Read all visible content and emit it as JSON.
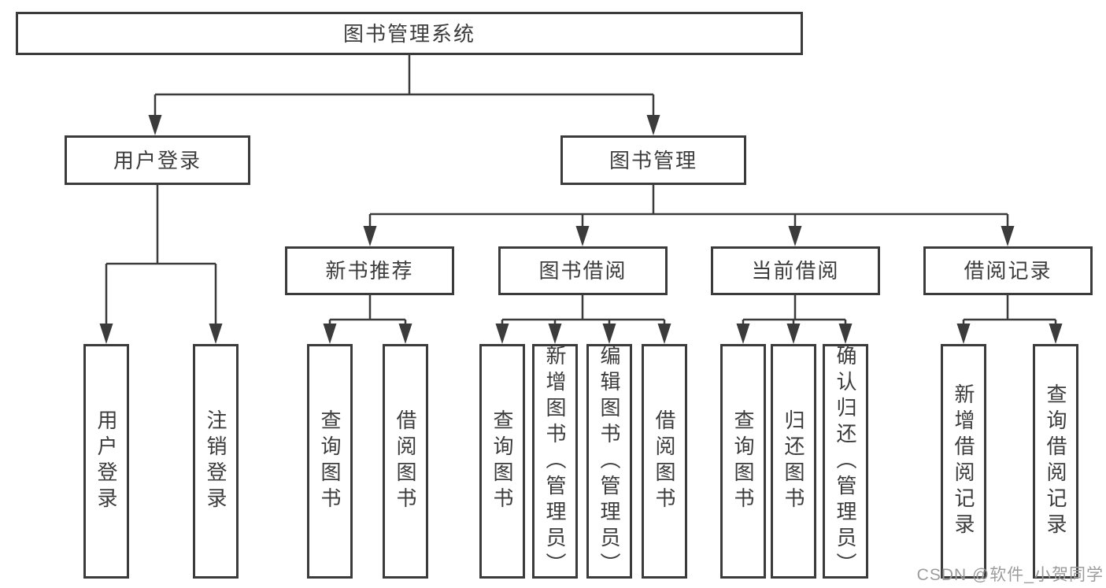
{
  "diagram": {
    "root": {
      "label": "图书管理系统"
    },
    "level2": [
      {
        "label": "用户登录"
      },
      {
        "label": "图书管理"
      }
    ],
    "level3": [
      {
        "label": "新书推荐"
      },
      {
        "label": "图书借阅"
      },
      {
        "label": "当前借阅"
      },
      {
        "label": "借阅记录"
      }
    ],
    "leaves": {
      "user_login": [
        "用户登录",
        "注销登录"
      ],
      "new_books": [
        "查询图书",
        "借阅图书"
      ],
      "book_borrow": [
        "查询图书",
        "新增图书（管理员）",
        "编辑图书（管理员）",
        "借阅图书"
      ],
      "current_borrow": [
        "查询图书",
        "归还图书",
        "确认归还（管理员）"
      ],
      "borrow_records": [
        "新增借阅记录",
        "查询借阅记录"
      ]
    }
  },
  "watermark": {
    "text": "CSDN @软件_小贺同学"
  },
  "colors": {
    "line": "#3b3b3b",
    "box_background": "#ffffff",
    "text": "#3c3c3c",
    "watermark": "#9c9c9c"
  }
}
